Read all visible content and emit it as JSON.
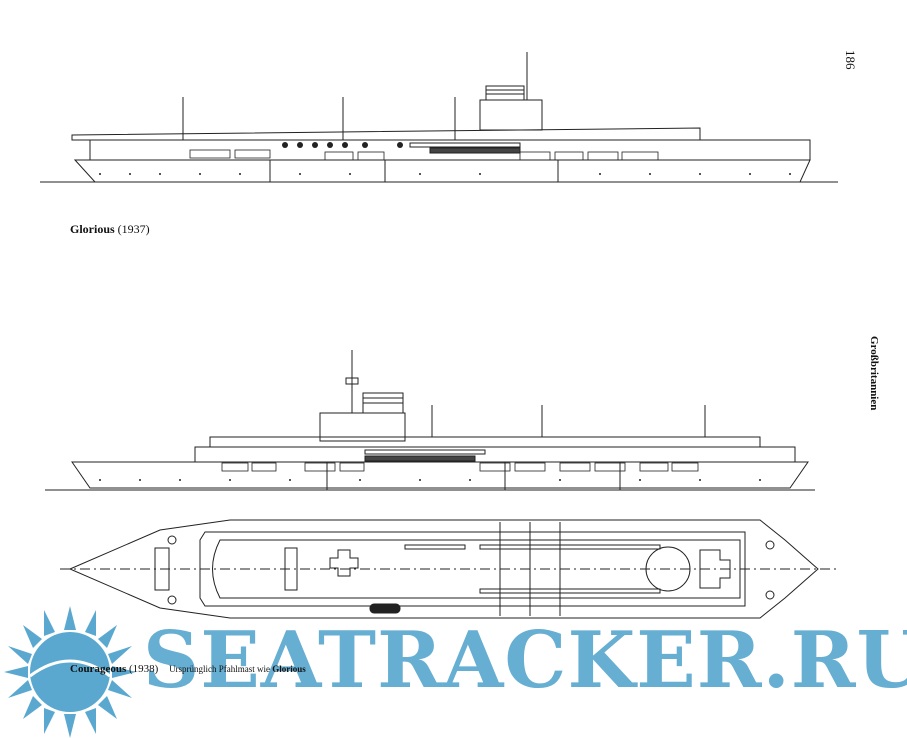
{
  "page": {
    "number": "186",
    "side_title": "Großbritannien"
  },
  "captions": {
    "glorious": {
      "name": "Glorious",
      "year": "(1937)"
    },
    "courageous": {
      "name": "Courageous",
      "year": "(1938)",
      "note_prefix": "Ursprünglich Pfahlmast wie",
      "note_ship": "Glorious"
    }
  },
  "watermark": {
    "text": "SEATRACKER.RU",
    "color": "#5aa8cf"
  }
}
